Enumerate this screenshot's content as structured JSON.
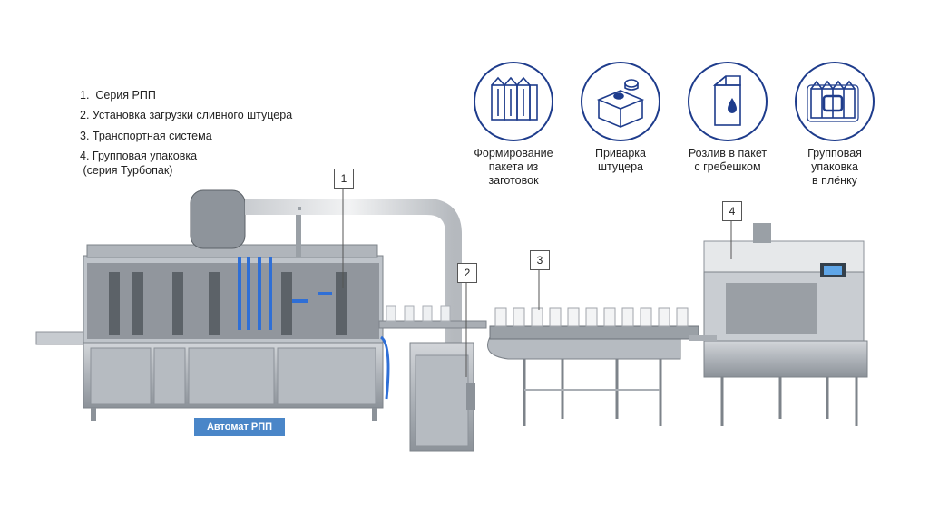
{
  "legend": {
    "items": [
      "1.  Серия РПП",
      "2. Установка загрузки сливного штуцера",
      "3. Транспортная система",
      "4. Групповая упаковка\n (серия Турбопак)"
    ]
  },
  "features": [
    {
      "icon": "carton-blanks-icon",
      "caption": "Формирование\nпакета из\nзаготовок"
    },
    {
      "icon": "spout-welding-icon",
      "caption": "Приварка\nштуцера"
    },
    {
      "icon": "carton-filling-icon",
      "caption": "Розлив в пакет\nс гребешком"
    },
    {
      "icon": "film-wrap-icon",
      "caption": "Групповая\nупаковка\nв плёнку"
    }
  ],
  "callouts": [
    "1",
    "2",
    "3",
    "4"
  ],
  "machine_badge": "Автомат РПП",
  "colors": {
    "accent": "#1e3c8c",
    "badge": "#4a86c8",
    "steel": "#9aa0a6",
    "highlight_blue": "#2f6fd6"
  }
}
